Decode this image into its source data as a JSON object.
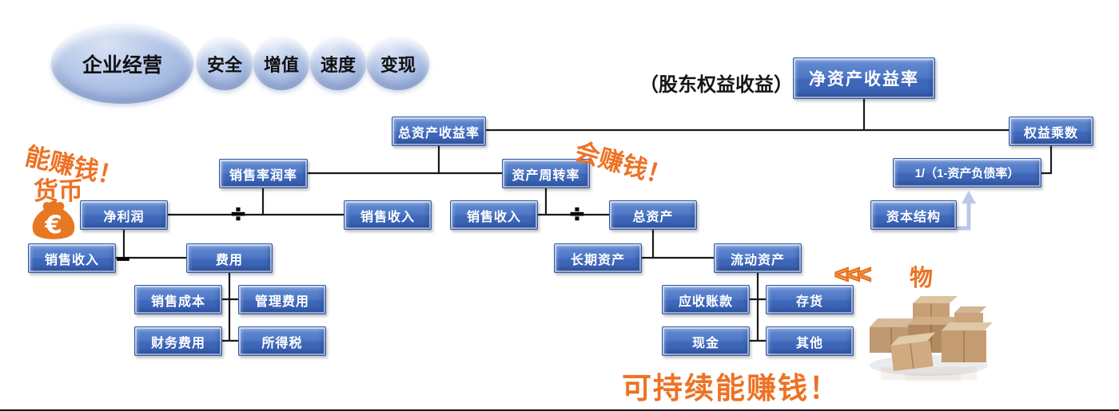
{
  "cluster": {
    "main": "企业经营",
    "items": [
      "安全",
      "增值",
      "速度",
      "变现"
    ]
  },
  "labels": {
    "shareholder_note": "（股东权益收益）"
  },
  "annotations": {
    "left_rotated": "能赚钱！",
    "left_sub": "货币",
    "middle_rotated": "会赚钱！",
    "chevrons": "<<<",
    "chevrons_label": "物",
    "bottom": "可持续能赚钱！"
  },
  "operators": {
    "divide": "÷",
    "minus": "−"
  },
  "icons": {
    "money_bag": "money-bag-with-euro",
    "money_symbol": "€",
    "cardboard_boxes": "stacked-cardboard-boxes-photo"
  },
  "colors": {
    "node_blue": "#4A72C0",
    "accent_orange": "#ED7224",
    "line_black": "#1A1A1A",
    "bubble_blue": "#AABFE4",
    "arrow_lavender": "#BDC6E5"
  },
  "nodes": [
    {
      "id": "net-asset-return",
      "label": "净资产收益率"
    },
    {
      "id": "total-asset-return",
      "label": "总资产收益率"
    },
    {
      "id": "equity-multiplier",
      "label": "权益乘数"
    },
    {
      "id": "sales-margin",
      "label": "销售率润率"
    },
    {
      "id": "asset-turnover",
      "label": "资产周转率"
    },
    {
      "id": "leverage-formula",
      "label": "1/（1-资产负债率）"
    },
    {
      "id": "net-profit",
      "label": "净利润"
    },
    {
      "id": "sales-revenue-left",
      "label": "销售收入"
    },
    {
      "id": "sales-revenue-mid",
      "label": "销售收入"
    },
    {
      "id": "total-assets",
      "label": "总资产"
    },
    {
      "id": "capital-structure",
      "label": "资本结构"
    },
    {
      "id": "sales-revenue-bottom",
      "label": "销售收入"
    },
    {
      "id": "expenses",
      "label": "费用"
    },
    {
      "id": "long-term-assets",
      "label": "长期资产"
    },
    {
      "id": "current-assets",
      "label": "流动资产"
    },
    {
      "id": "cost-of-sales",
      "label": "销售成本"
    },
    {
      "id": "admin-expense",
      "label": "管理费用"
    },
    {
      "id": "finance-expense",
      "label": "财务费用"
    },
    {
      "id": "income-tax",
      "label": "所得税"
    },
    {
      "id": "receivables",
      "label": "应收账款"
    },
    {
      "id": "inventory",
      "label": "存货"
    },
    {
      "id": "cash",
      "label": "现金"
    },
    {
      "id": "other",
      "label": "其他"
    }
  ]
}
